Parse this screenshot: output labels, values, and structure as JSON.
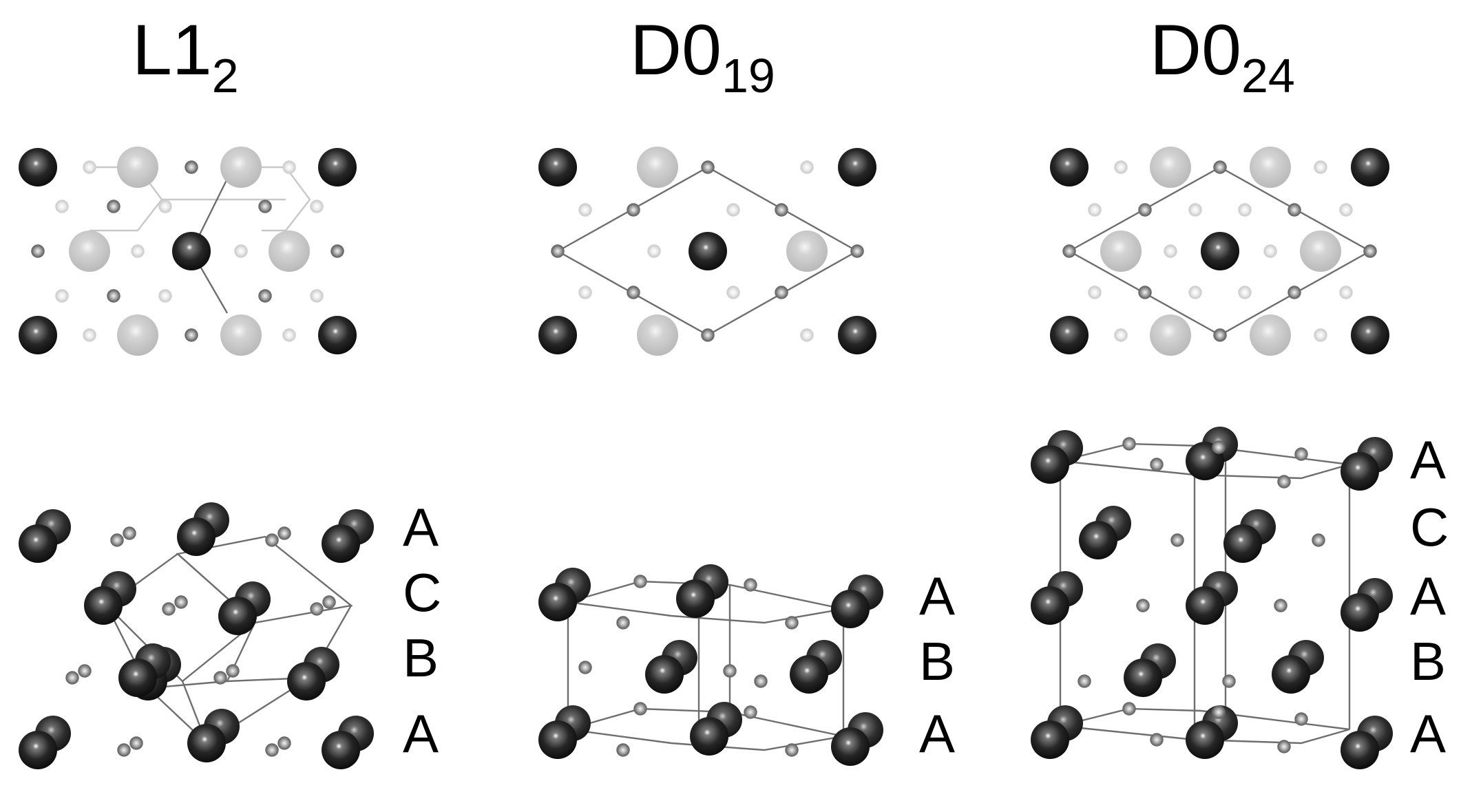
{
  "panels": [
    {
      "name": "L1",
      "subscript": "2",
      "stacking": [
        "A",
        "C",
        "B",
        "A"
      ]
    },
    {
      "name": "D0",
      "subscript": "19",
      "stacking": [
        "A",
        "B",
        "A"
      ]
    },
    {
      "name": "D0",
      "subscript": "24",
      "stacking": [
        "A",
        "C",
        "A",
        "B",
        "A"
      ]
    }
  ],
  "atom_colors": {
    "large_dark": "#1b1b1b",
    "large_light": "#c6c6c6",
    "small_mid": "#8a8a8a",
    "small_light": "#dedede",
    "cell_line": "#6e6e6e"
  }
}
